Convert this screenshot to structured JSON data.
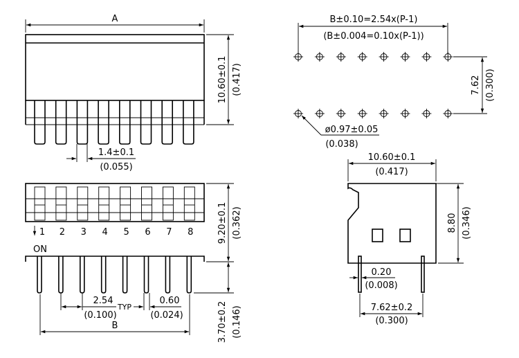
{
  "front_view": {
    "dim_a": "A",
    "height_value": "10.60±0.1",
    "height_inch": "(0.417)",
    "pitch_value": "1.4±0.1",
    "pitch_inch": "(0.055)"
  },
  "pcb_layout": {
    "b_formula_mm": "B±0.10=2.54x(P-1)",
    "b_formula_inch": "(B±0.004=0.10x(P-1))",
    "row_spacing_value": "7.62",
    "row_spacing_inch": "(0.300)",
    "hole_dia_value": "ø0.97±0.05",
    "hole_dia_inch": "(0.038)"
  },
  "top_view": {
    "switch_numbers": [
      "1",
      "2",
      "3",
      "4",
      "5",
      "6",
      "7",
      "8"
    ],
    "on_label": "ON",
    "body_height_value": "9.20±0.1",
    "body_height_inch": "(0.362)",
    "pin_length_value": "3.70±0.2",
    "pin_length_inch": "(0.146)",
    "pitch_value": "2.54",
    "pitch_inch": "(0.100)",
    "typ_label": "TYP",
    "pin_width_value": "0.60",
    "pin_width_inch": "(0.024)",
    "dim_b": "B"
  },
  "side_view": {
    "width_value": "10.60±0.1",
    "width_inch": "(0.417)",
    "height_value": "8.80",
    "height_inch": "(0.346)",
    "pin_thick_value": "0.20",
    "pin_thick_inch": "(0.008)",
    "pin_spacing_value": "7.62±0.2",
    "pin_spacing_inch": "(0.300)"
  }
}
